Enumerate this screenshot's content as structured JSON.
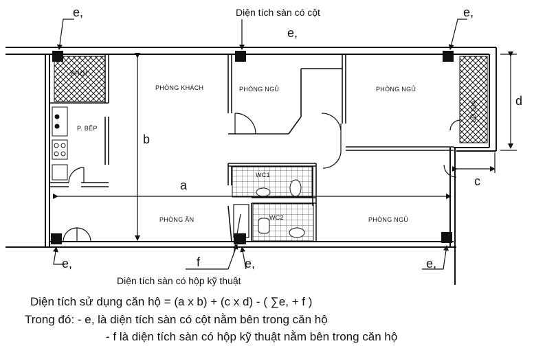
{
  "labels": {
    "column_area_top": "Diện tích sàn có cột",
    "shaft_area_bottom": "Diện tích sàn có hộp kỹ thuật"
  },
  "markers": {
    "e": "e",
    "f": "f"
  },
  "dimensions": {
    "a": "a",
    "b": "b",
    "c": "c",
    "d": "d"
  },
  "rooms": {
    "phong_khach": "PHÒNG KHÁCH",
    "phong_ngu_1": "PHÒNG NGỦ",
    "phong_ngu_2": "PHÒNG NGỦ",
    "phong_ngu_3": "PHÒNG NGỦ",
    "phong_an": "PHÒNG ĂN",
    "bep": "P. BẾP",
    "wc1": "WC1",
    "wc2": "WC2",
    "left_balcony": "PHƠI",
    "right_balcony": "LÔ GIA"
  },
  "formula": {
    "line1": "Diện tích sử dụng căn hộ = (a x b) + (c x d) - ( ∑e, + f )",
    "line2": "Trong đó: - e, là diện tích sàn có cột nằm bên trong căn hộ",
    "line3": "- f là diện tích sàn có hộp kỹ thuật nằm bên trong căn hộ"
  }
}
